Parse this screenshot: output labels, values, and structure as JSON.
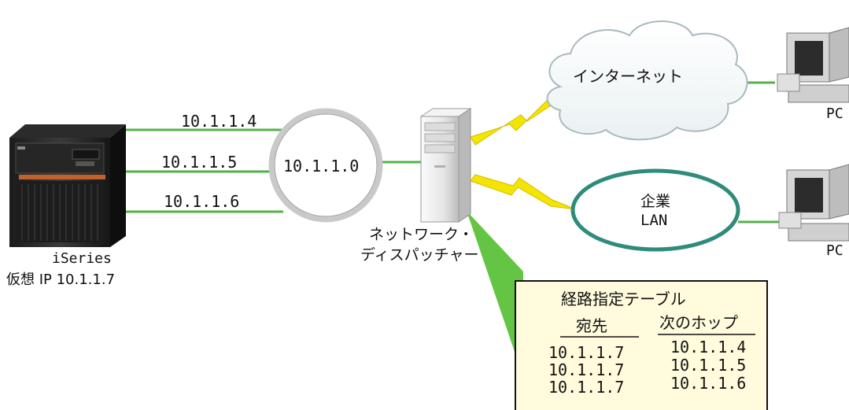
{
  "server": {
    "name": "iSeries",
    "virtual_ip": "仮想 IP 10.1.1.7",
    "interfaces": [
      "10.1.1.4",
      "10.1.1.5",
      "10.1.1.6"
    ]
  },
  "network": {
    "address": "10.1.1.0"
  },
  "dispatcher": {
    "label_line1": "ネットワーク・",
    "label_line2": "ディスパッチャー"
  },
  "internet": {
    "label": "インターネット"
  },
  "corporate_lan": {
    "label_line1": "企業",
    "label_line2": "LAN"
  },
  "clients": [
    {
      "label": "PC"
    },
    {
      "label": "PC"
    }
  ],
  "routing_table": {
    "title": "経路指定テーブル",
    "columns": [
      "宛先",
      "次のホップ"
    ],
    "rows": [
      [
        "10.1.1.7",
        "10.1.1.4"
      ],
      [
        "10.1.1.7",
        "10.1.1.5"
      ],
      [
        "10.1.1.7",
        "10.1.1.6"
      ]
    ]
  },
  "colors": {
    "link_green": "#55b04a",
    "ring_gray": "#c9c9c9",
    "lan_teal": "#2f8c7a",
    "lightning_yellow": "#f2e600",
    "beam_green": "#5cc23a",
    "table_bg": "#fffbdc"
  }
}
